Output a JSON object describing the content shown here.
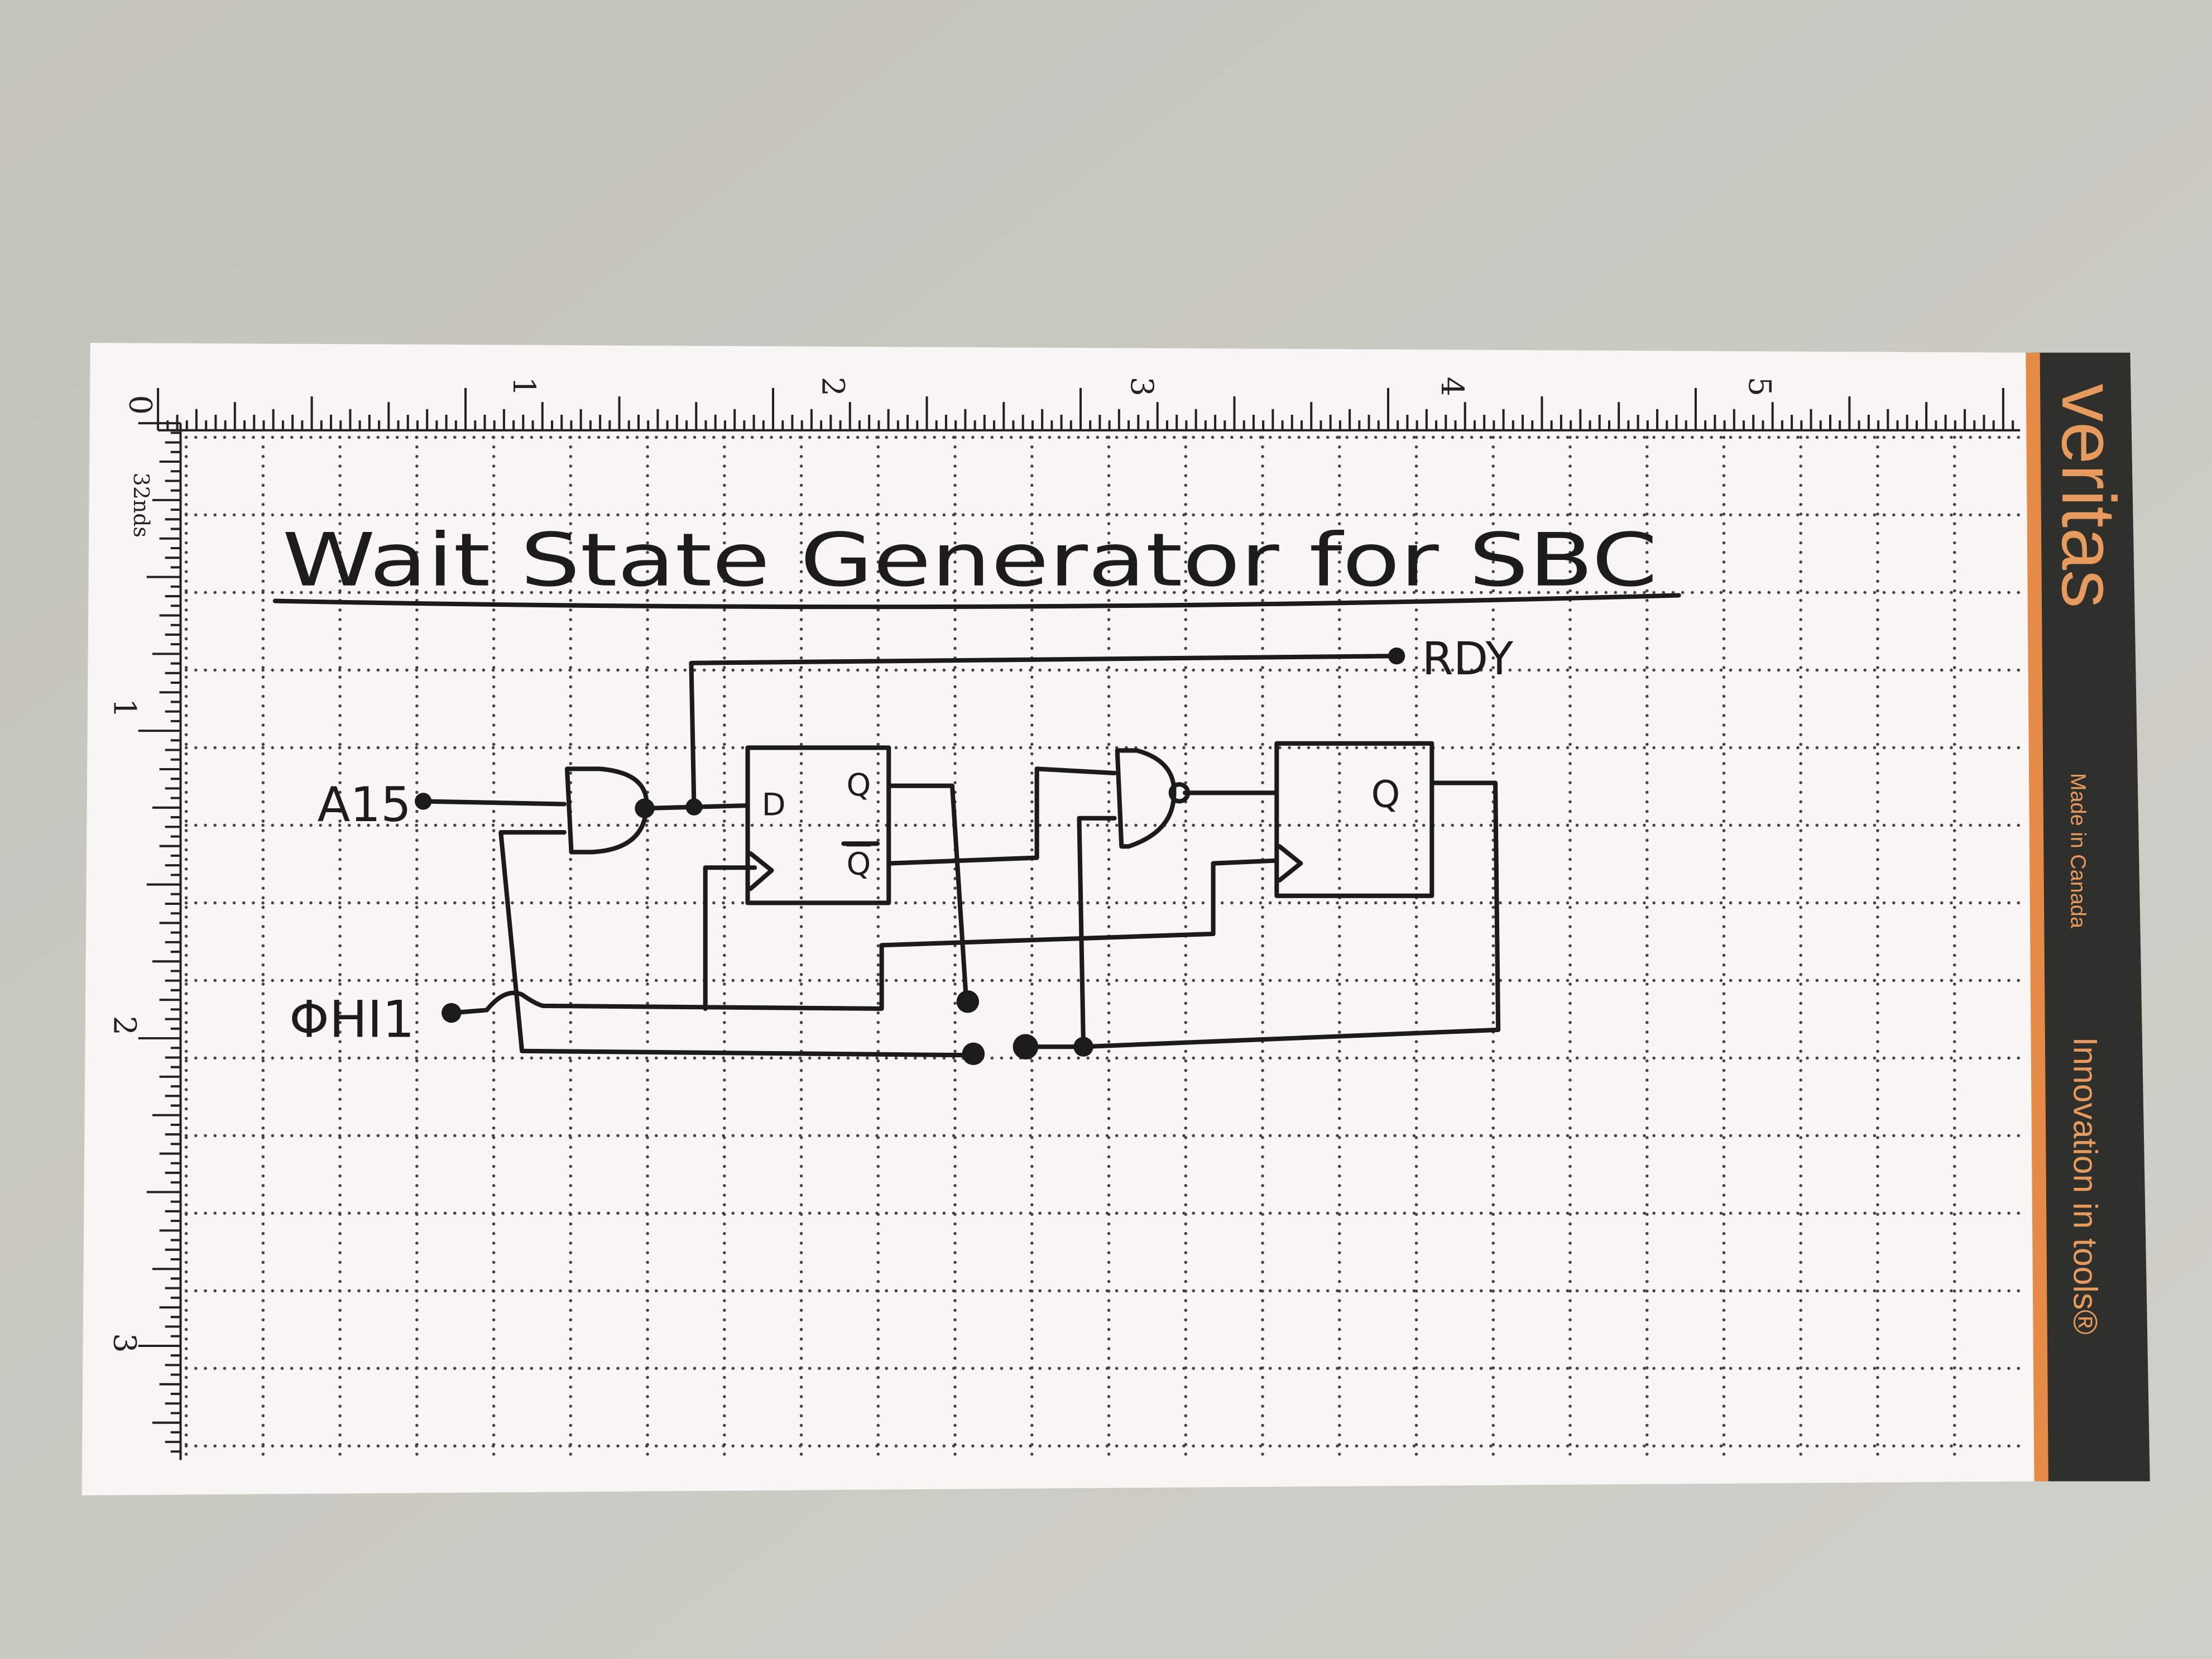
{
  "card": {
    "title": "Wait State Generator for SBC",
    "ruler_top_labels": [
      "0",
      "1",
      "2",
      "3",
      "4",
      "5"
    ],
    "ruler_left_labels": [
      "0",
      "1",
      "2",
      "3"
    ],
    "ruler_unit": "32nds"
  },
  "circuit": {
    "signals": {
      "a15": "A15",
      "phi1": "ΦHI1",
      "rdy": "RDY"
    },
    "ff1": {
      "d": "D",
      "q": "Q",
      "qbar": "Q"
    },
    "ff2": {
      "q": "Q"
    }
  },
  "branding": {
    "logo": "veritas",
    "made_in": "Made in Canada",
    "tagline": "Innovation in tools®",
    "colors": {
      "band": "#2f302c",
      "accent": "#e58a47"
    }
  }
}
